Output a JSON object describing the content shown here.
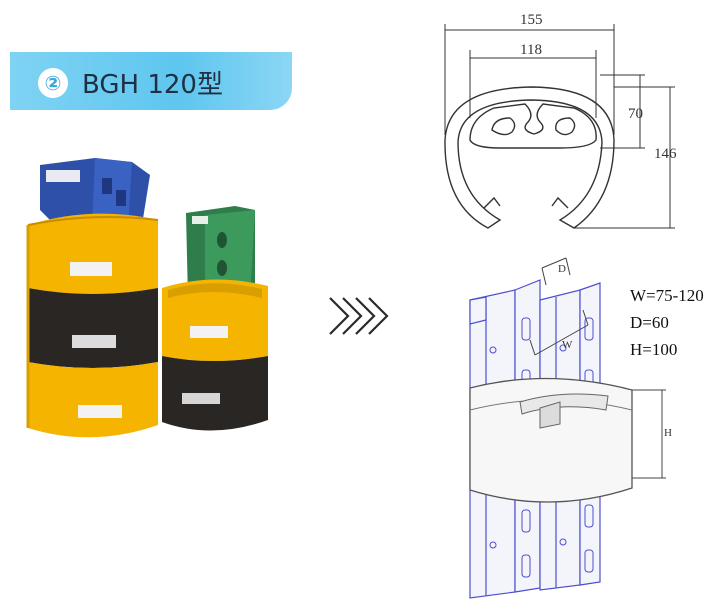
{
  "banner": {
    "number": "②",
    "title": "BGH 120型"
  },
  "dimensions": {
    "outer_width": "155",
    "inner_width": "118",
    "inner_height": "70",
    "outer_height": "146"
  },
  "labels": {
    "depth": "D",
    "width": "W",
    "height": "H"
  },
  "specs": {
    "w": "W=75-120",
    "d": "D=60",
    "h": "H=100"
  },
  "arrow": {
    "symbol": "›››"
  },
  "colors": {
    "banner": "#5ec6ef",
    "yellow": "#f5b400",
    "black": "#2a2624",
    "blue_post": "#2f50a8",
    "green_post": "#2e7d4a"
  }
}
